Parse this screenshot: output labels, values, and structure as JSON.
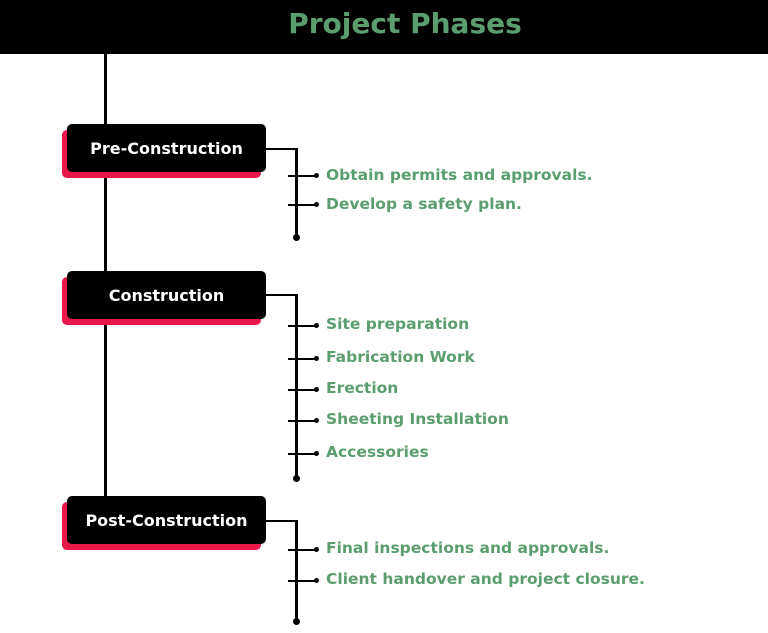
{
  "title": "Project Phases",
  "phases": [
    {
      "label": "Pre-Construction",
      "items": [
        "Obtain permits and approvals.",
        "Develop a safety plan."
      ]
    },
    {
      "label": "Construction",
      "items": [
        "Site preparation",
        "Fabrication Work",
        "Erection",
        "Sheeting Installation",
        "Accessories"
      ]
    },
    {
      "label": "Post-Construction",
      "items": [
        "Final inspections and approvals.",
        "Client handover and project closure."
      ]
    }
  ],
  "colors": {
    "accent_green": "#5a9e6f",
    "shadow_red": "#e8184a",
    "header": "#000000"
  }
}
